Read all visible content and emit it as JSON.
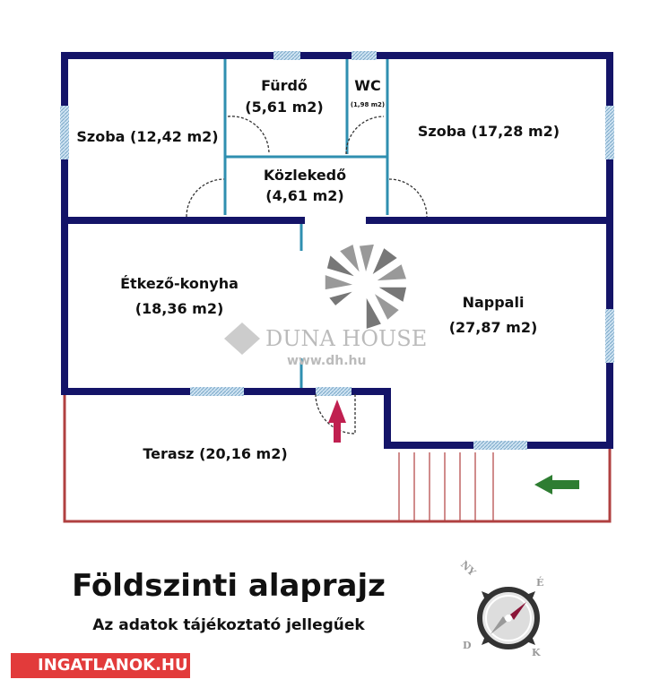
{
  "rooms": {
    "furdo": {
      "name": "Fürdő",
      "area": "(5,61 m2)"
    },
    "wc": {
      "name": "WC",
      "area": "(1,98 m2)"
    },
    "szoba1": "Szoba (12,42 m2)",
    "szoba2": "Szoba (17,28 m2)",
    "kozlekedo": {
      "name": "Közlekedő",
      "area": "(4,61 m2)"
    },
    "etkezo": {
      "name": "Étkező-konyha",
      "area": "(18,36 m2)"
    },
    "nappali": {
      "name": "Nappali",
      "area": "(27,87 m2)"
    },
    "terasz": "Terasz (20,16 m2)"
  },
  "watermark": {
    "brand": "DUNA HOUSE",
    "url": "www.dh.hu"
  },
  "title": "Földszinti alaprajz",
  "subtitle": "Az adatok tájékoztató jellegűek",
  "compass": {
    "n": "NY",
    "e": "É",
    "s": "K",
    "w": "D"
  },
  "logo": "INGATLANOK.HU",
  "colors": {
    "wall": "#141468",
    "inner": "#2f8fb0",
    "terrace": "#b04040"
  }
}
